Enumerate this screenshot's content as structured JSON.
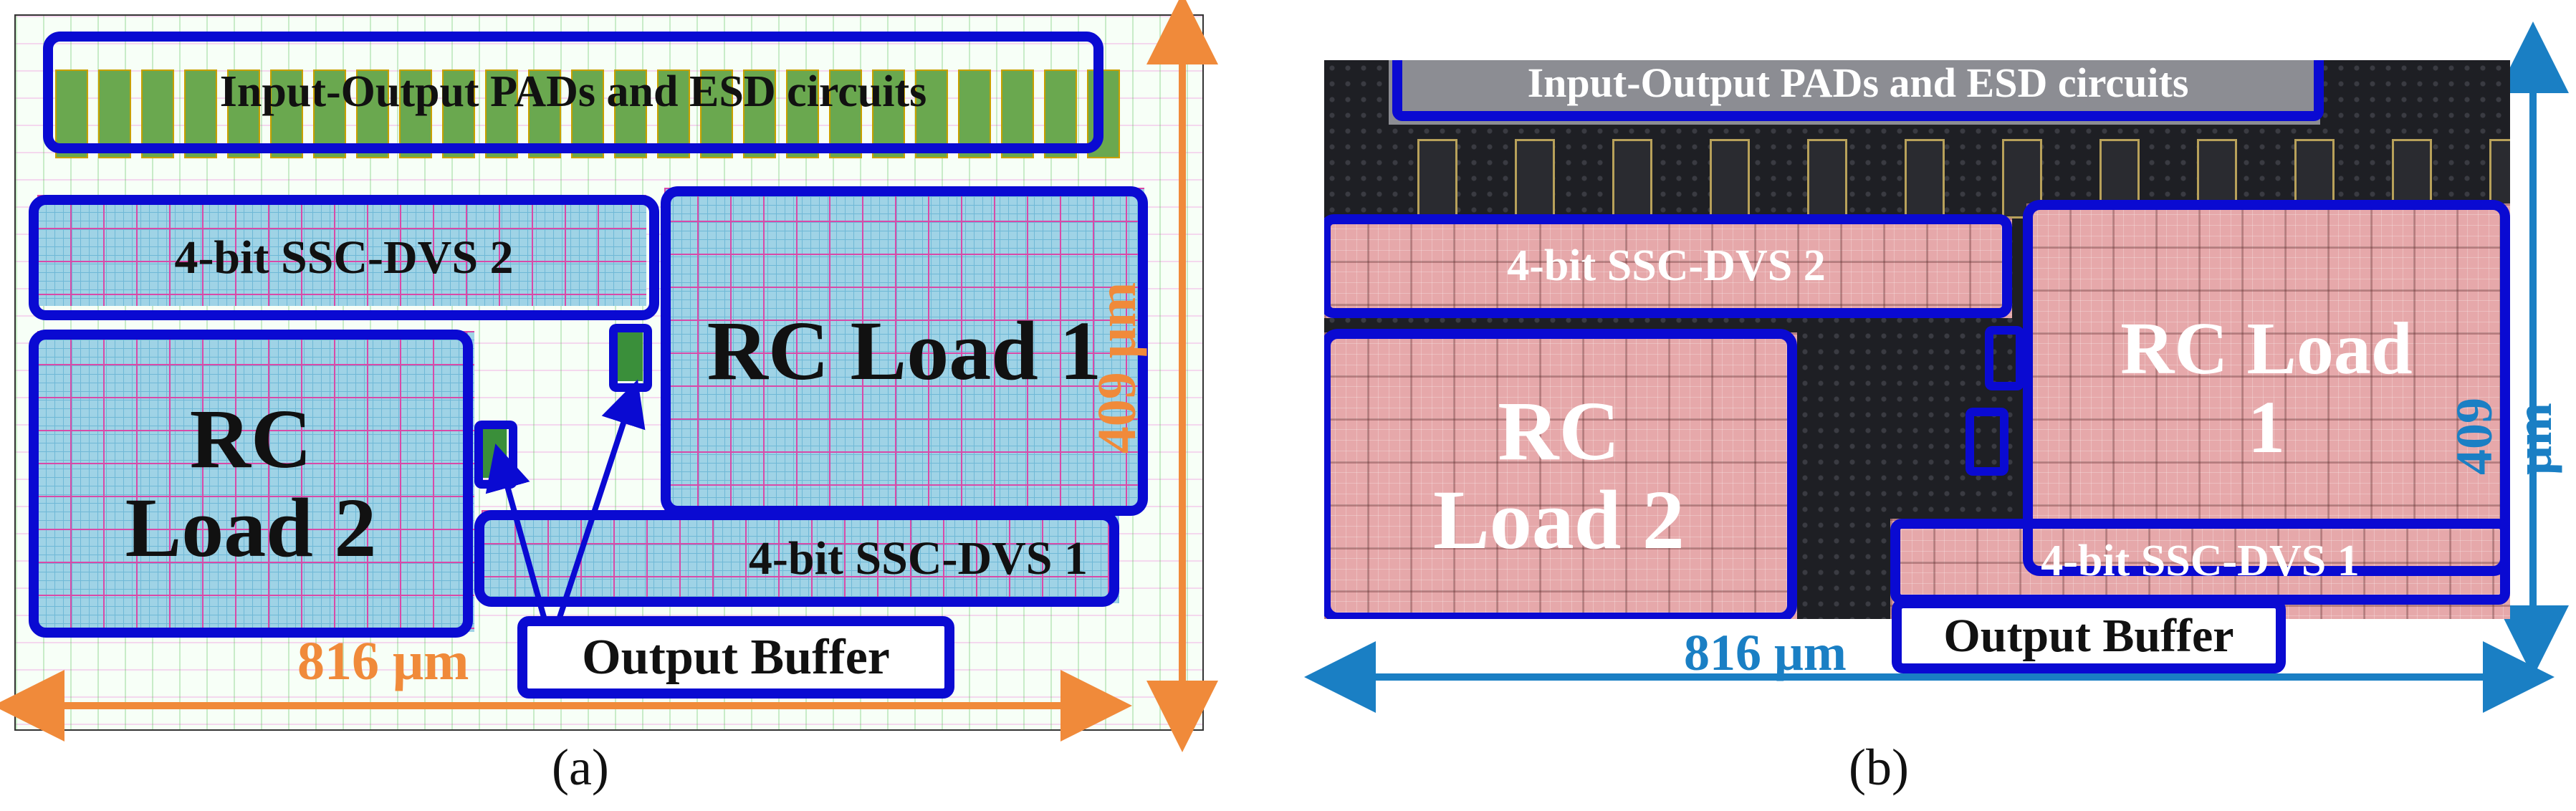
{
  "panel_a": {
    "io_label": "Input-Output PADs and ESD circuits",
    "ssc2_label": "4-bit SSC-DVS 2",
    "rc1_label": "RC Load 1",
    "rc2_label": "RC Load 2",
    "ssc1_label": "4-bit SSC-DVS 1",
    "buffer_label": "Output Buffer",
    "width_dim": "816 μm",
    "height_dim": "409 μm",
    "caption": "(a)",
    "colors": {
      "box": "#0a0ad2",
      "dimension": "#f08a3a"
    }
  },
  "panel_b": {
    "io_label": "Input-Output PADs and ESD circuits",
    "ssc2_label": "4-bit SSC-DVS 2",
    "rc1_label": "RC Load 1",
    "rc2_label": "RC Load 2",
    "ssc1_label": "4-bit SSC-DVS 1",
    "buffer_label": "Output Buffer",
    "width_dim": "816 μm",
    "height_dim": "409 μm",
    "caption": "(b)",
    "colors": {
      "box": "#0a0ad2",
      "dimension": "#1a7fc4"
    }
  }
}
